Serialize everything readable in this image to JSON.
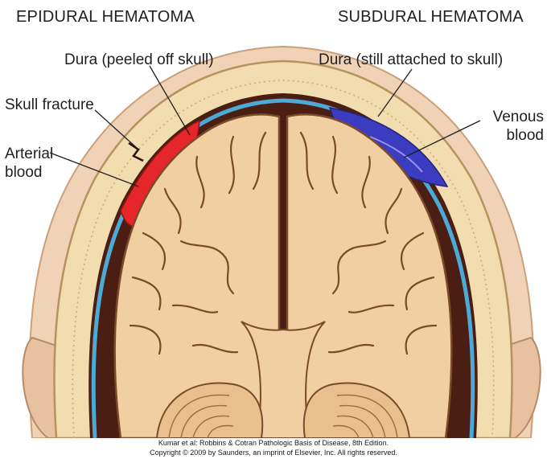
{
  "headings": {
    "left": "EPIDURAL HEMATOMA",
    "right": "SUBDURAL HEMATOMA"
  },
  "labels": {
    "dura_peeled": "Dura (peeled off skull)",
    "dura_attached": "Dura (still attached to skull)",
    "skull_fracture": "Skull fracture",
    "arterial_line1": "Arterial",
    "arterial_line2": "blood",
    "venous_line1": "Venous",
    "venous_line2": "blood"
  },
  "credit": {
    "line1": "Kumar et al: Robbins & Cotran Pathologic Basis of Disease, 8th Edition.",
    "line2": "Copyright © 2009 by Saunders, an imprint of Elsevier, Inc. All rights reserved."
  },
  "colors": {
    "skull_bone": "#f2ddb0",
    "brain_tissue": "#f1cfa3",
    "brain_outline": "#7a4a2a",
    "dura": "#4fa9d6",
    "dark_space": "#4a1e12",
    "arterial_blood": "#e5262a",
    "venous_blood": "#3c3cc0",
    "scalp": "#f0d2b6"
  }
}
